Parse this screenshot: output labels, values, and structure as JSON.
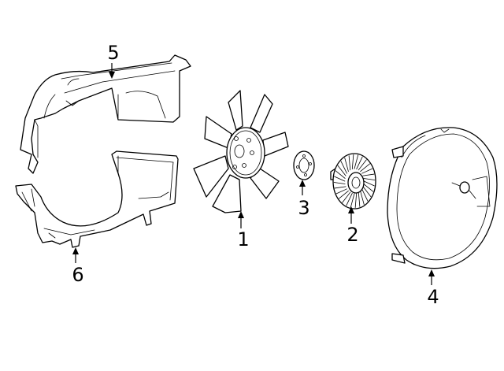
{
  "diagram": {
    "callouts": [
      {
        "id": "fan-blade",
        "label": "1"
      },
      {
        "id": "fan-clutch",
        "label": "2"
      },
      {
        "id": "spacer",
        "label": "3"
      },
      {
        "id": "fan-shroud",
        "label": "4"
      },
      {
        "id": "upper-shroud",
        "label": "5"
      },
      {
        "id": "lower-shroud",
        "label": "6"
      }
    ]
  }
}
